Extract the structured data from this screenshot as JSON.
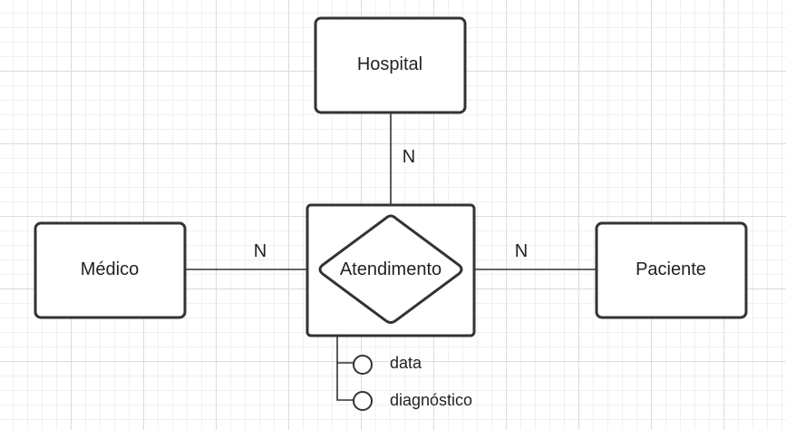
{
  "entities": {
    "hospital": "Hospital",
    "medico": "Médico",
    "paciente": "Paciente"
  },
  "relationship": "Atendimento",
  "cardinalities": {
    "hospital": "N",
    "medico": "N",
    "paciente": "N"
  },
  "attributes": [
    "data",
    "diagnóstico"
  ],
  "colors": {
    "stroke": "#333333",
    "fill": "#ffffff",
    "grid": "#dcdcdc"
  }
}
